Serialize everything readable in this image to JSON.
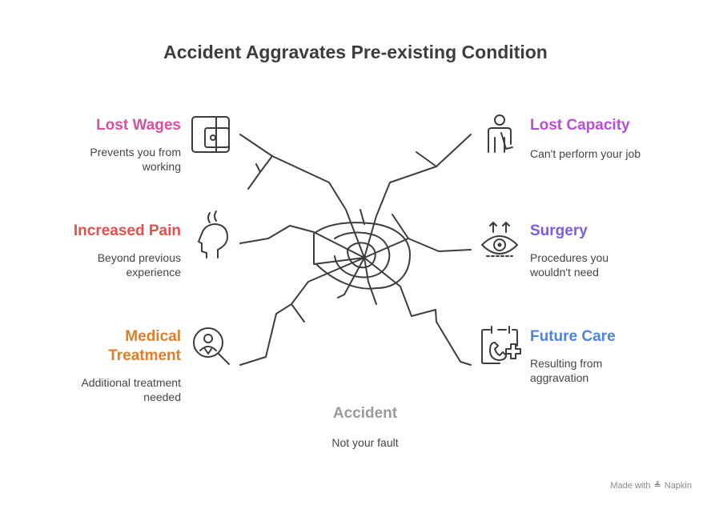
{
  "title": "Accident Aggravates Pre-existing Condition",
  "colors": {
    "lost_wages": "#d94f9c",
    "lost_capacity": "#b84fd6",
    "increased_pain": "#e0504c",
    "surgery": "#7b5ce6",
    "medical_treatment": "#df7d2a",
    "future_care": "#4a86e0",
    "accident": "#9a9a9a",
    "line": "#3d3d3d"
  },
  "items": {
    "lost_wages": {
      "title": "Lost Wages",
      "desc_line1": "Prevents you from",
      "desc_line2": "working",
      "icon": "wallet-icon"
    },
    "lost_capacity": {
      "title": "Lost Capacity",
      "desc_line1": "Can't perform your job",
      "icon": "injured-person-icon"
    },
    "increased_pain": {
      "title": "Increased Pain",
      "desc_line1": "Beyond previous",
      "desc_line2": "experience",
      "icon": "head-pain-icon"
    },
    "surgery": {
      "title": "Surgery",
      "desc_line1": "Procedures you",
      "desc_line2": "wouldn't need",
      "icon": "eye-surgery-icon"
    },
    "medical_treatment": {
      "title_line1": "Medical",
      "title_line2": "Treatment",
      "desc_line1": "Additional treatment",
      "desc_line2": "needed",
      "icon": "doctor-search-icon"
    },
    "future_care": {
      "title": "Future Care",
      "desc_line1": "Resulting from",
      "desc_line2": "aggravation",
      "icon": "calendar-care-icon"
    },
    "accident": {
      "title": "Accident",
      "desc": "Not your fault"
    }
  },
  "footer": {
    "label": "Made with",
    "brand": "Napkin"
  }
}
